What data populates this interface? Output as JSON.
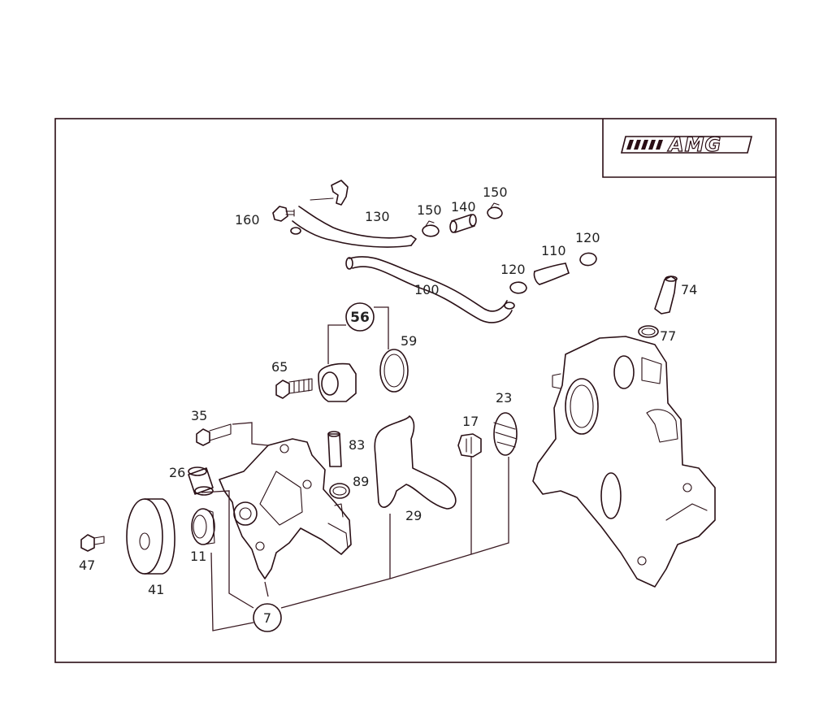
{
  "brand_logo": "AMG",
  "callouts": {
    "p160": "160",
    "p130": "130",
    "p150a": "150",
    "p140": "140",
    "p150b": "150",
    "p110": "110",
    "p120a": "120",
    "p120b": "120",
    "p100": "100",
    "p74": "74",
    "p77": "77",
    "p56": "56",
    "p59": "59",
    "p65": "65",
    "p35": "35",
    "p83": "83",
    "p17": "17",
    "p23": "23",
    "p26": "26",
    "p89": "89",
    "p29": "29",
    "p47": "47",
    "p11": "11",
    "p41": "41",
    "p7": "7"
  },
  "colors": {
    "line": "#2a1016",
    "accent": "#8b1a2b",
    "background": "#ffffff"
  }
}
